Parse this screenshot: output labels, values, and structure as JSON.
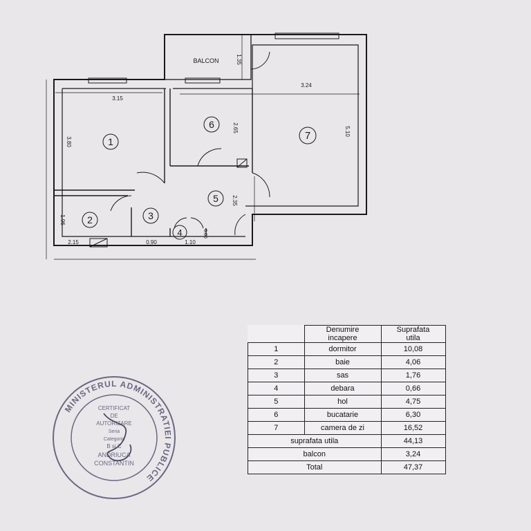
{
  "plan": {
    "balcon_label": "BALCON",
    "rooms": [
      {
        "number": "1"
      },
      {
        "number": "2"
      },
      {
        "number": "3"
      },
      {
        "number": "4"
      },
      {
        "number": "5"
      },
      {
        "number": "6"
      },
      {
        "number": "7"
      }
    ],
    "dimensions": {
      "balcony_depth": "1.35",
      "room1_width": "3.15",
      "room1_depth": "3.80",
      "room6_depth": "2.65",
      "room7_width": "3.24",
      "room7_depth": "5.10",
      "bath_depth": "1.96",
      "bath_width": "2.15",
      "hall_depth": "2.35",
      "hall_width": "0.90",
      "closet_width": "1.10",
      "closet_depth": "0.60"
    }
  },
  "table": {
    "header": {
      "name_line1": "Denumire",
      "name_line2": "incapere",
      "area_line1": "Suprafata",
      "area_line2": "utila"
    },
    "rows": [
      {
        "nr": "1",
        "name": "dormitor",
        "area": "10,08"
      },
      {
        "nr": "2",
        "name": "baie",
        "area": "4,06"
      },
      {
        "nr": "3",
        "name": "sas",
        "area": "1,76"
      },
      {
        "nr": "4",
        "name": "debara",
        "area": "0,66"
      },
      {
        "nr": "5",
        "name": "hol",
        "area": "4,75"
      },
      {
        "nr": "6",
        "name": "bucatarie",
        "area": "6,30"
      },
      {
        "nr": "7",
        "name": "camera de zi",
        "area": "16,52"
      }
    ],
    "totals": [
      {
        "label": "suprafata utila",
        "value": "44,13"
      },
      {
        "label": "balcon",
        "value": "3,24"
      },
      {
        "label": "Total",
        "value": "47,37"
      }
    ]
  },
  "stamp": {
    "outer_text": "MINISTERUL ADMINISTRATIEI PUBLICE",
    "inner_lines": [
      "CERTIFICAT",
      "DE",
      "AUTORIZARE",
      "Seria",
      "Categoria",
      "B si C",
      "ANDRIUCA",
      "CONSTANTIN"
    ]
  },
  "colors": {
    "ink": "#1a1a1a",
    "paper": "#e9e7ea",
    "stamp": "#6a6880"
  }
}
